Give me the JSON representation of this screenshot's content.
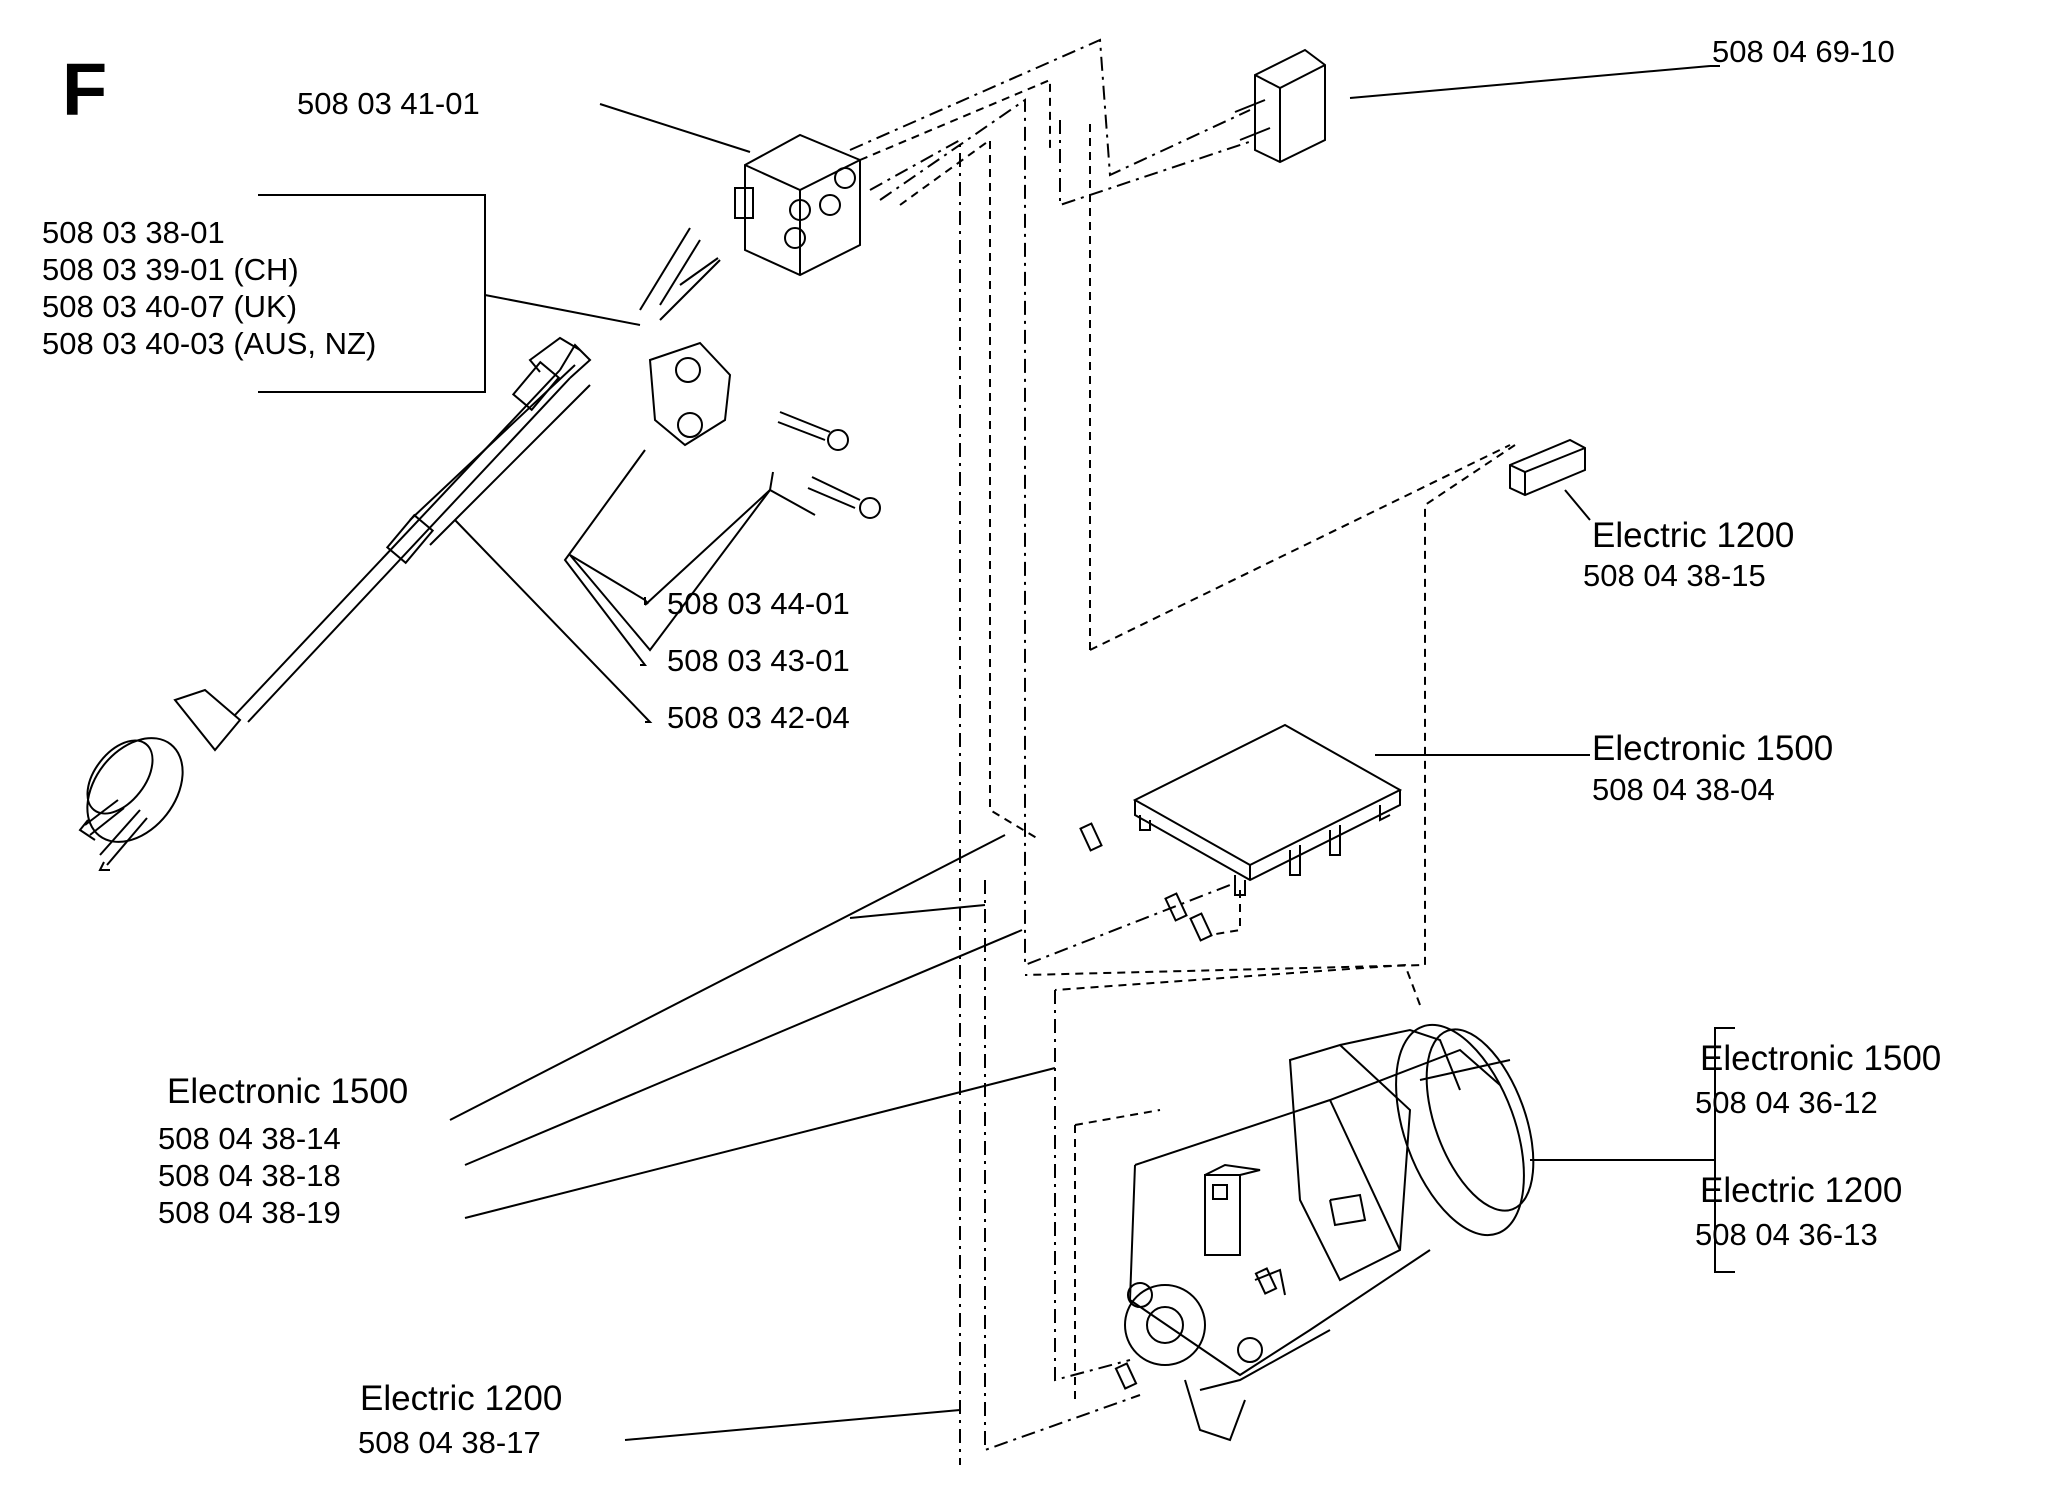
{
  "section": "F",
  "parts": {
    "p_041": "508 03 41-01",
    "p_4669": "508 04 69-10",
    "cord": [
      "508 03 38-01",
      "508 03 39-01 (CH)",
      "508 03 40-07 (UK)",
      "508 03 40-03 (AUS, NZ)"
    ],
    "p_044": "508 03 44-01",
    "p_043": "508 03 43-01",
    "p_042": "508 03 42-04",
    "e1200_top": {
      "model": "Electric 1200",
      "part": "508 04 38-15"
    },
    "e1500_board": {
      "model": "Electronic 1500",
      "part": "508 04 38-04"
    },
    "e1500_wires": {
      "model": "Electronic 1500",
      "parts": [
        "508 04 38-14",
        "508 04 38-18",
        "508 04 38-19"
      ]
    },
    "motor": {
      "a_model": "Electronic 1500",
      "a_part": "508 04 36-12",
      "b_model": "Electric 1200",
      "b_part": "508 04 36-13"
    },
    "e1200_wire": {
      "model": "Electric 1200",
      "part": "508 04 38-17"
    }
  }
}
